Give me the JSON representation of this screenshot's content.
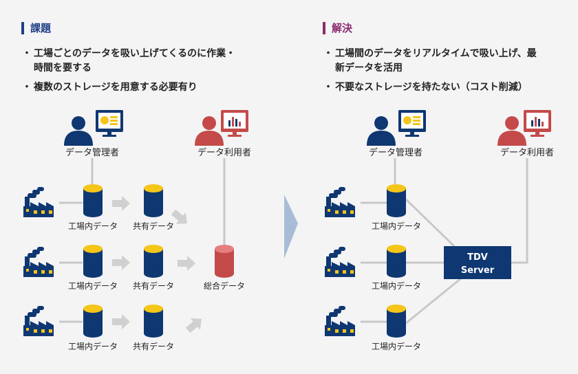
{
  "problem": {
    "title": "課題",
    "bullets": [
      "工場ごとのデータを吸い上げてくるのに作業・\n時間を要する",
      "複数のストレージを用意する必要有り"
    ]
  },
  "solution": {
    "title": "解決",
    "bullets": [
      "工場間のデータをリアルタイムで吸い上げ、最\n新データを活用",
      "不要なストレージを持たない（コスト削減）"
    ]
  },
  "labels": {
    "data_admin": "データ管理者",
    "data_user": "データ利用者",
    "factory_data": "工場内データ",
    "shared_data": "共有データ",
    "integrated_data": "総合データ",
    "tdv_line1": "TDV",
    "tdv_line2": "Server"
  },
  "colors": {
    "navy": "#0f3771",
    "red": "#c44a4a",
    "purple": "#8a2a6e",
    "yellow": "#f5c518",
    "gray_line": "#c8c8c8",
    "arrow": "#a9bcd6"
  },
  "icons": [
    "factory-icon",
    "person-icon",
    "monitor-icon",
    "database-icon",
    "arrow-icon"
  ]
}
